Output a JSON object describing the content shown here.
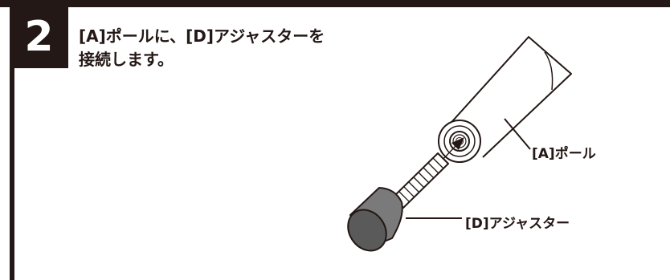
{
  "step": {
    "number": "2",
    "instruction_line1": "[A]ポールに、[D]アジャスターを",
    "instruction_line2": "接続します。"
  },
  "labels": {
    "pole": "[A]ポール",
    "adjuster": "[D]アジャスター"
  },
  "colors": {
    "frame": "#231815",
    "adjuster_cap": "#5a5a5a",
    "adjuster_cap_side": "#7a7a7a"
  }
}
